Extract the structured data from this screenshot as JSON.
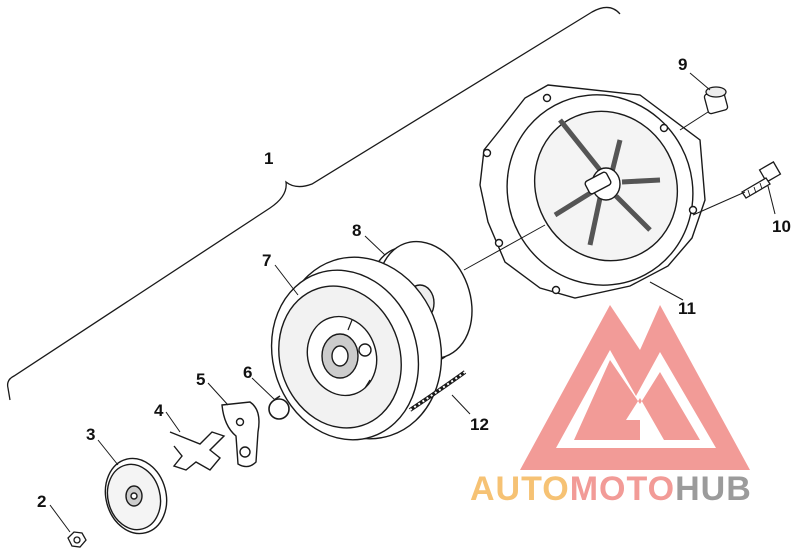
{
  "diagram": {
    "callouts": [
      {
        "id": "1",
        "label": "1"
      },
      {
        "id": "2",
        "label": "2"
      },
      {
        "id": "3",
        "label": "3"
      },
      {
        "id": "4",
        "label": "4"
      },
      {
        "id": "5",
        "label": "5"
      },
      {
        "id": "6",
        "label": "6"
      },
      {
        "id": "7",
        "label": "7"
      },
      {
        "id": "8",
        "label": "8"
      },
      {
        "id": "9",
        "label": "9"
      },
      {
        "id": "10",
        "label": "10"
      },
      {
        "id": "11",
        "label": "11"
      },
      {
        "id": "12",
        "label": "12"
      }
    ]
  },
  "watermark": {
    "part1": "AUTO",
    "part2": "MOTO",
    "part3": "HUB",
    "colors": {
      "auto": "#f5b85c",
      "moto": "#f08a86",
      "hub": "#8a8a8a",
      "logo": "#f08a86"
    }
  },
  "line_color": "#1a1a1a"
}
